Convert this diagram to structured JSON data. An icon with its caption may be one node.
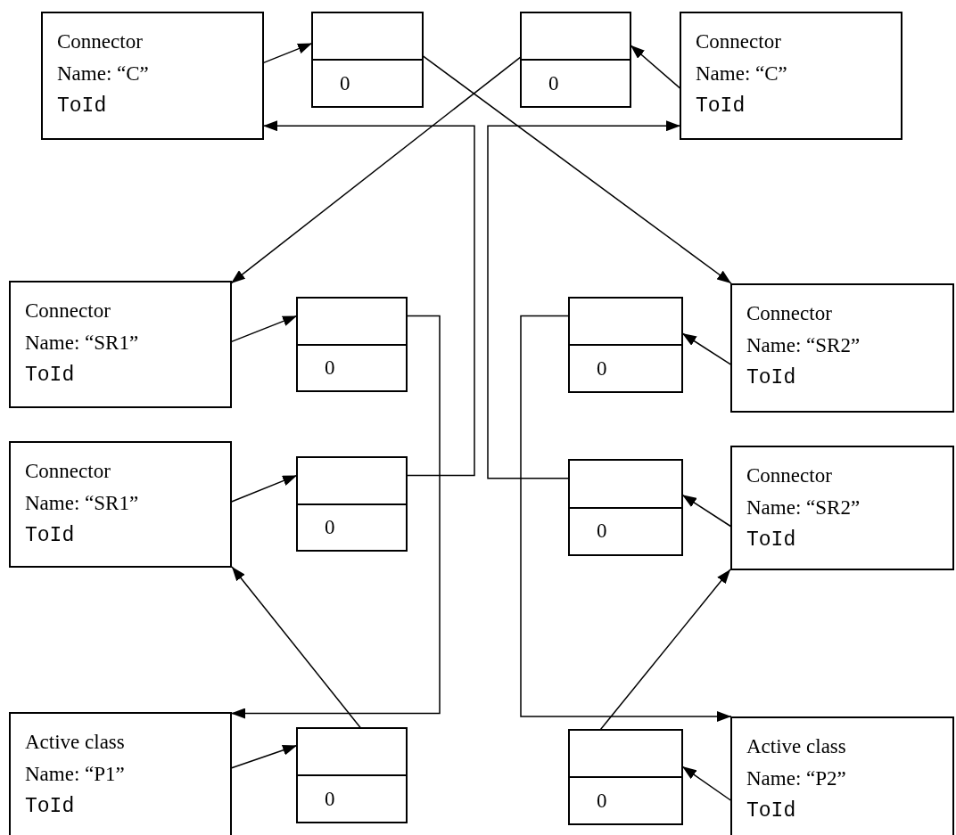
{
  "diagram": {
    "nodes": [
      {
        "text": [
          "Connector",
          "Name: “C”",
          "ToId"
        ]
      },
      {
        "text": [
          "0"
        ]
      },
      {
        "text": [
          "0"
        ]
      },
      {
        "text": [
          "Connector",
          "Name: “C”",
          "ToId"
        ]
      },
      {
        "text": [
          "Connector",
          "Name: “SR1”",
          "ToId"
        ]
      },
      {
        "text": [
          "0"
        ]
      },
      {
        "text": [
          "0"
        ]
      },
      {
        "text": [
          "Connector",
          "Name: “SR2”",
          "ToId"
        ]
      },
      {
        "text": [
          "Connector",
          "Name: “SR1”",
          "ToId"
        ]
      },
      {
        "text": [
          "0"
        ]
      },
      {
        "text": [
          "0"
        ]
      },
      {
        "text": [
          "Connector",
          "Name: “SR2”",
          "ToId"
        ]
      },
      {
        "text": [
          "Active class",
          "Name: “P1”",
          "ToId"
        ]
      },
      {
        "text": [
          "0"
        ]
      },
      {
        "text": [
          "0"
        ]
      },
      {
        "text": [
          "Active class",
          "Name: “P2”",
          "ToId"
        ]
      }
    ],
    "edges": [
      {
        "from": 0,
        "to": 1,
        "arrow": "to"
      },
      {
        "from": 3,
        "to": 2,
        "arrow": "to"
      },
      {
        "from": 4,
        "to": 5,
        "arrow": "to"
      },
      {
        "from": 7,
        "to": 6,
        "arrow": "to"
      },
      {
        "from": 8,
        "to": 9,
        "arrow": "to"
      },
      {
        "from": 11,
        "to": 10,
        "arrow": "to"
      },
      {
        "from": 12,
        "to": 13,
        "arrow": "to"
      },
      {
        "from": 15,
        "to": 14,
        "arrow": "to"
      },
      {
        "from": 1,
        "to": 7,
        "arrow": "to"
      },
      {
        "from": 2,
        "to": 4,
        "arrow": "to"
      },
      {
        "from": 5,
        "to": 12,
        "arrow": "to"
      },
      {
        "from": 9,
        "to": 0,
        "arrow": "to"
      },
      {
        "from": 6,
        "to": 15,
        "arrow": "to"
      },
      {
        "from": 10,
        "to": 3,
        "arrow": "to"
      },
      {
        "from": 13,
        "to": 8,
        "arrow": "to"
      },
      {
        "from": 14,
        "to": 11,
        "arrow": "to"
      }
    ]
  }
}
